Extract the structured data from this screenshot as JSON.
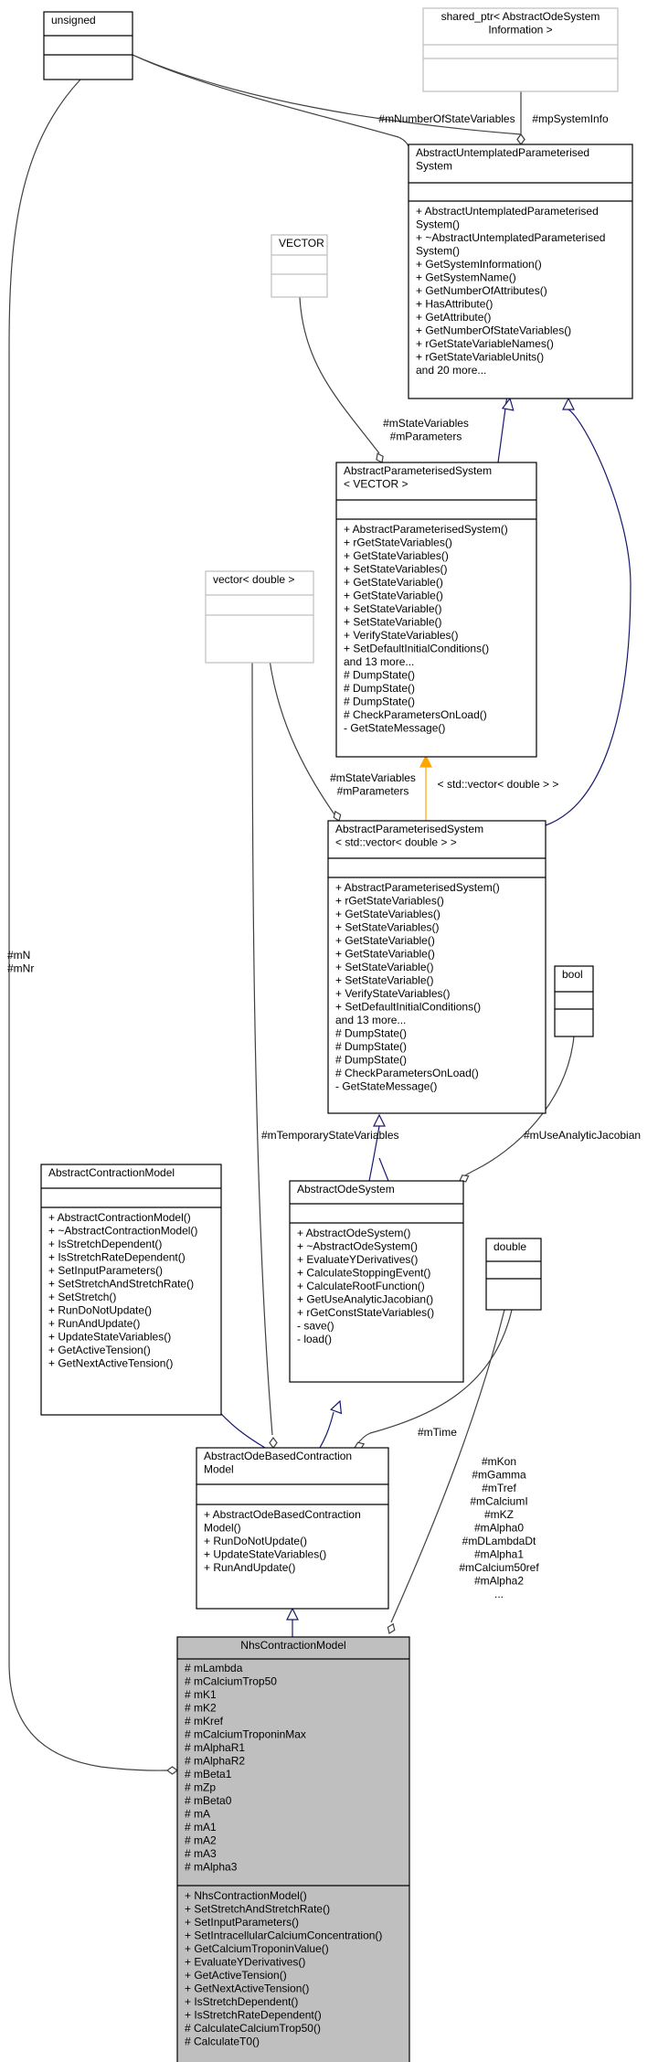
{
  "classes": {
    "unsigned": {
      "title": [
        "unsigned"
      ]
    },
    "shared_ptr": {
      "title": [
        "shared_ptr< AbstractOdeSystem",
        "Information >"
      ]
    },
    "untemplated": {
      "title": [
        "AbstractUntemplatedParameterised",
        "System"
      ],
      "methods": [
        "+ AbstractUntemplatedParameterised",
        "System()",
        "+ ~AbstractUntemplatedParameterised",
        "System()",
        "+ GetSystemInformation()",
        "+ GetSystemName()",
        "+ GetNumberOfAttributes()",
        "+ HasAttribute()",
        "+ GetAttribute()",
        "+ GetNumberOfStateVariables()",
        "+ rGetStateVariableNames()",
        "+ rGetStateVariableUnits()",
        "and 20 more..."
      ]
    },
    "vector_t": {
      "title": [
        "VECTOR"
      ]
    },
    "ps_vector": {
      "title": [
        "AbstractParameterisedSystem",
        "< VECTOR >"
      ],
      "methods": [
        "+ AbstractParameterisedSystem()",
        "+ rGetStateVariables()",
        "+ GetStateVariables()",
        "+ SetStateVariables()",
        "+ GetStateVariable()",
        "+ GetStateVariable()",
        "+ SetStateVariable()",
        "+ SetStateVariable()",
        "+ VerifyStateVariables()",
        "+ SetDefaultInitialConditions()",
        "and 13 more...",
        "# DumpState()",
        "# DumpState()",
        "# DumpState()",
        "# CheckParametersOnLoad()",
        "- GetStateMessage()"
      ]
    },
    "vector_double": {
      "title": [
        "vector< double >"
      ]
    },
    "ps_std": {
      "title": [
        "AbstractParameterisedSystem",
        "< std::vector< double > >"
      ],
      "methods": [
        "+ AbstractParameterisedSystem()",
        "+ rGetStateVariables()",
        "+ GetStateVariables()",
        "+ SetStateVariables()",
        "+ GetStateVariable()",
        "+ GetStateVariable()",
        "+ SetStateVariable()",
        "+ SetStateVariable()",
        "+ VerifyStateVariables()",
        "+ SetDefaultInitialConditions()",
        "and 13 more...",
        "# DumpState()",
        "# DumpState()",
        "# DumpState()",
        "# CheckParametersOnLoad()",
        "- GetStateMessage()"
      ]
    },
    "bool_t": {
      "title": [
        "bool"
      ]
    },
    "contraction": {
      "title": [
        "AbstractContractionModel"
      ],
      "methods": [
        "+ AbstractContractionModel()",
        "+ ~AbstractContractionModel()",
        "+ IsStretchDependent()",
        "+ IsStretchRateDependent()",
        "+ SetInputParameters()",
        "+ SetStretchAndStretchRate()",
        "+ SetStretch()",
        "+ RunDoNotUpdate()",
        "+ RunAndUpdate()",
        "+ UpdateStateVariables()",
        "+ GetActiveTension()",
        "+ GetNextActiveTension()"
      ]
    },
    "odesystem": {
      "title": [
        "AbstractOdeSystem"
      ],
      "methods": [
        "+ AbstractOdeSystem()",
        "+ ~AbstractOdeSystem()",
        "+ EvaluateYDerivatives()",
        "+ CalculateStoppingEvent()",
        "+ CalculateRootFunction()",
        "+ GetUseAnalyticJacobian()",
        "+ rGetConstStateVariables()",
        "- save()",
        "- load()"
      ]
    },
    "double_t": {
      "title": [
        "double"
      ]
    },
    "odebased": {
      "title": [
        "AbstractOdeBasedContraction",
        "Model"
      ],
      "methods": [
        "+ AbstractOdeBasedContraction",
        "Model()",
        "+ RunDoNotUpdate()",
        "+ UpdateStateVariables()",
        "+ RunAndUpdate()"
      ]
    },
    "nhs": {
      "title": [
        "NhsContractionModel"
      ],
      "attributes": [
        "# mLambda",
        "# mCalciumTrop50",
        "# mK1",
        "# mK2",
        "# mKref",
        "# mCalciumTroponinMax",
        "# mAlphaR1",
        "# mAlphaR2",
        "# mBeta1",
        "# mZp",
        "# mBeta0",
        "# mA",
        "# mA1",
        "# mA2",
        "# mA3",
        "# mAlpha3"
      ],
      "methods": [
        "+ NhsContractionModel()",
        "+ SetStretchAndStretchRate()",
        "+ SetInputParameters()",
        "+ SetIntracellularCalciumConcentration()",
        "+ GetCalciumTroponinValue()",
        "+ EvaluateYDerivatives()",
        "+ GetActiveTension()",
        "+ GetNextActiveTension()",
        "+ IsStretchDependent()",
        "+ IsStretchRateDependent()",
        "# CalculateCalciumTrop50()",
        "# CalculateT0()"
      ]
    }
  },
  "edge_labels": {
    "mNumberOfStateVariables": [
      "#mNumberOfStateVariables"
    ],
    "mpSystemInfo": [
      "#mpSystemInfo"
    ],
    "mStateVariables_top": [
      "#mStateVariables",
      "#mParameters"
    ],
    "mStateVariables_mid": [
      "#mStateVariables",
      "#mParameters"
    ],
    "std_vector_double": [
      "< std::vector< double > >"
    ],
    "mN": [
      "#mN",
      "#mNr"
    ],
    "mTemporaryStateVariables": [
      "#mTemporaryStateVariables"
    ],
    "mUseAnalyticJacobian": [
      "#mUseAnalyticJacobian"
    ],
    "mTime": [
      "#mTime"
    ],
    "mKon": [
      "#mKon",
      "#mGamma",
      "#mTref",
      "#mCalciumI",
      "#mKZ",
      "#mAlpha0",
      "#mDLambdaDt",
      "#mAlpha1",
      "#mCalcium50ref",
      "#mAlpha2",
      "..."
    ]
  }
}
